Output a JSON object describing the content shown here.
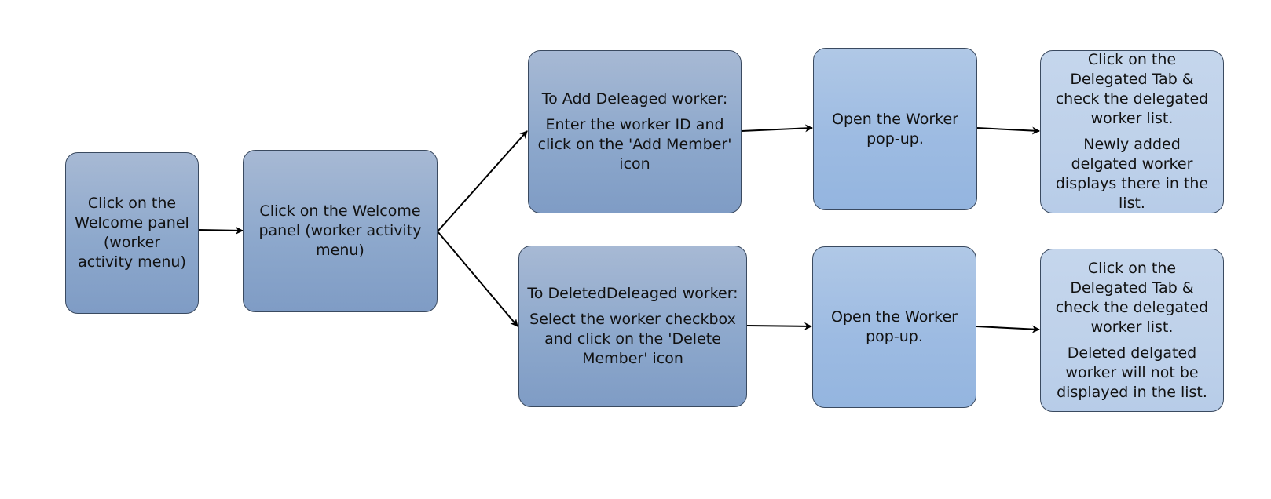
{
  "nodes": {
    "start": {
      "lines": [
        "Click on the Welcome panel (worker activity menu)"
      ]
    },
    "welcome": {
      "lines": [
        "Click on the Welcome panel (worker activity menu)"
      ]
    },
    "add": {
      "lines": [
        "To Add Deleaged worker:",
        "Enter the worker ID and click on the 'Add Member' icon"
      ]
    },
    "open_add": {
      "lines": [
        "Open the Worker pop-up."
      ]
    },
    "result_add": {
      "lines": [
        "Click on the Delegated Tab & check the delegated worker list.",
        "Newly added delgated worker displays there in the list."
      ]
    },
    "delete": {
      "lines": [
        "To DeletedDeleaged worker:",
        "Select the worker checkbox and click on the 'Delete Member' icon"
      ]
    },
    "open_delete": {
      "lines": [
        "Open the Worker pop-up."
      ]
    },
    "result_delete": {
      "lines": [
        "Click on the Delegated Tab & check the delegated worker list.",
        "Deleted delgated worker will not be displayed in the list."
      ]
    }
  },
  "colors": {
    "stroke": "#000000",
    "node_border": "#3a4a60",
    "fill_dark": "#8da8cc",
    "fill_mid": "#9dbbe2",
    "fill_light": "#bed1ea"
  }
}
